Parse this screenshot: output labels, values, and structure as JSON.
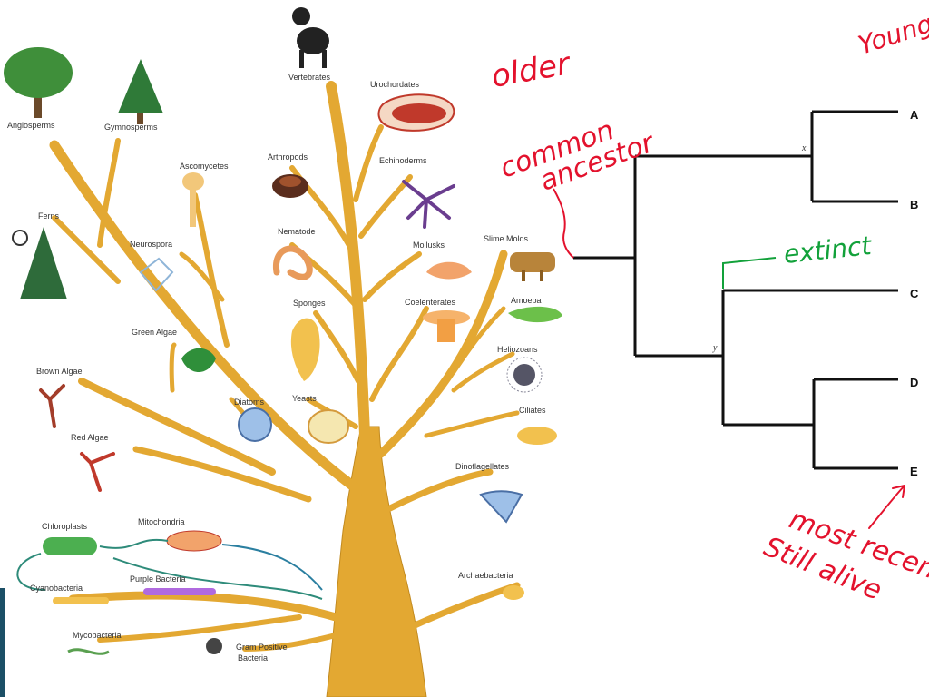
{
  "tree_of_life": {
    "labels": {
      "angiosperms": "Angiosperms",
      "gymnosperms": "Gymnosperms",
      "vertebrates": "Vertebrates",
      "urochordates": "Urochordates",
      "arthropods": "Arthropods",
      "echinoderms": "Echinoderms",
      "ascomycetes": "Ascomycetes",
      "ferns": "Ferns",
      "nematode": "Nematode",
      "mollusks": "Mollusks",
      "slime_molds": "Slime Molds",
      "neurospora": "Neurospora",
      "sponges": "Sponges",
      "coelenterates": "Coelenterates",
      "amoeba": "Amoeba",
      "green_algae": "Green Algae",
      "heliozoans": "Heliozoans",
      "brown_algae": "Brown Algae",
      "diatoms": "Diatoms",
      "yeasts": "Yeasts",
      "ciliates": "Ciliates",
      "red_algae": "Red Algae",
      "dinoflagellates": "Dinoflagellates",
      "chloroplasts": "Chloroplasts",
      "mitochondria": "Mitochondria",
      "cyanobacteria": "Cyanobacteria",
      "purple_bacteria": "Purple Bacteria",
      "archaebacteria": "Archaebacteria",
      "mycobacteria": "Mycobacteria",
      "gram_positive_1": "Gram Positive",
      "gram_positive_2": "Bacteria"
    }
  },
  "cladogram": {
    "tips": [
      "A",
      "B",
      "C",
      "D",
      "E"
    ],
    "nodes": {
      "x": "x",
      "y": "y"
    }
  },
  "annotations": {
    "older": "older",
    "younger": "Younger",
    "common_ancestor_1": "common",
    "common_ancestor_2": "ancestor",
    "extinct": "extinct",
    "most_recent": "most recent",
    "still_alive": "Still alive"
  },
  "colors": {
    "trunk": "#e3a832",
    "trunk_edge": "#c28a1f",
    "hand_red": "#e3122d",
    "hand_green": "#12a13a",
    "clado_line": "#111111",
    "accent_bar": "#1b4f66"
  }
}
